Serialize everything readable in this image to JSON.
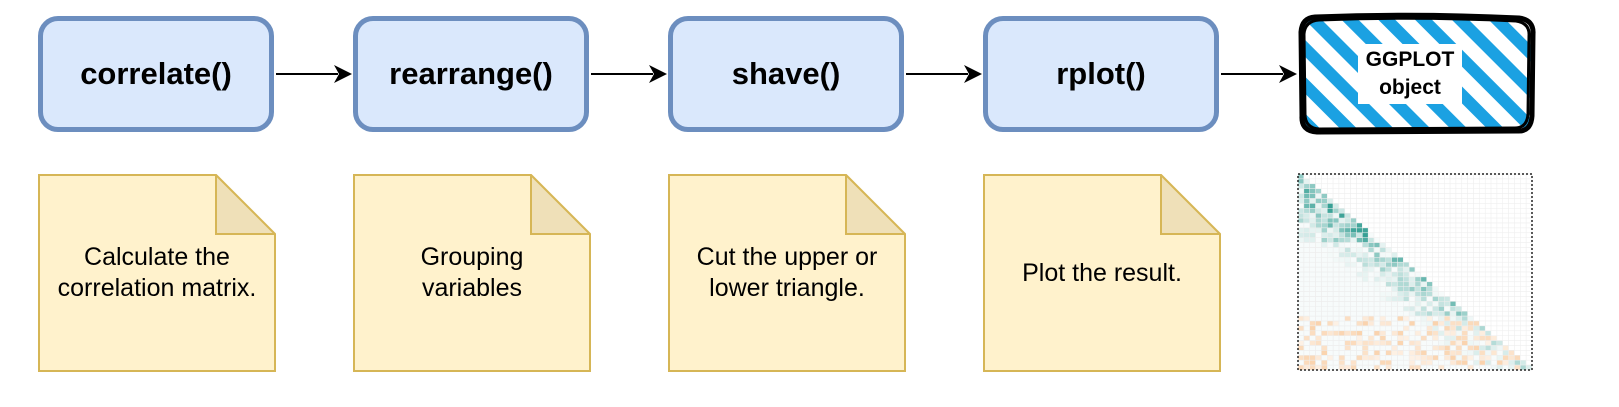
{
  "steps": [
    {
      "label": "correlate()"
    },
    {
      "label": "rearrange()"
    },
    {
      "label": "shave()"
    },
    {
      "label": "rplot()"
    }
  ],
  "notes": [
    {
      "text": "Calculate the\ncorrelation matrix."
    },
    {
      "text": "Grouping\nvariables"
    },
    {
      "text": "Cut the upper or\nlower triangle."
    },
    {
      "text": "Plot the result."
    }
  ],
  "output": {
    "label": "GGPLOT\nobject"
  },
  "colors": {
    "step_fill": "#dae8fc",
    "step_border": "#6c8ebf",
    "note_fill": "#fff2cc",
    "note_border": "#d6b656",
    "hatch": "#1ba1e2",
    "teal": "#2a9a8e",
    "orange": "#f4a65a"
  }
}
